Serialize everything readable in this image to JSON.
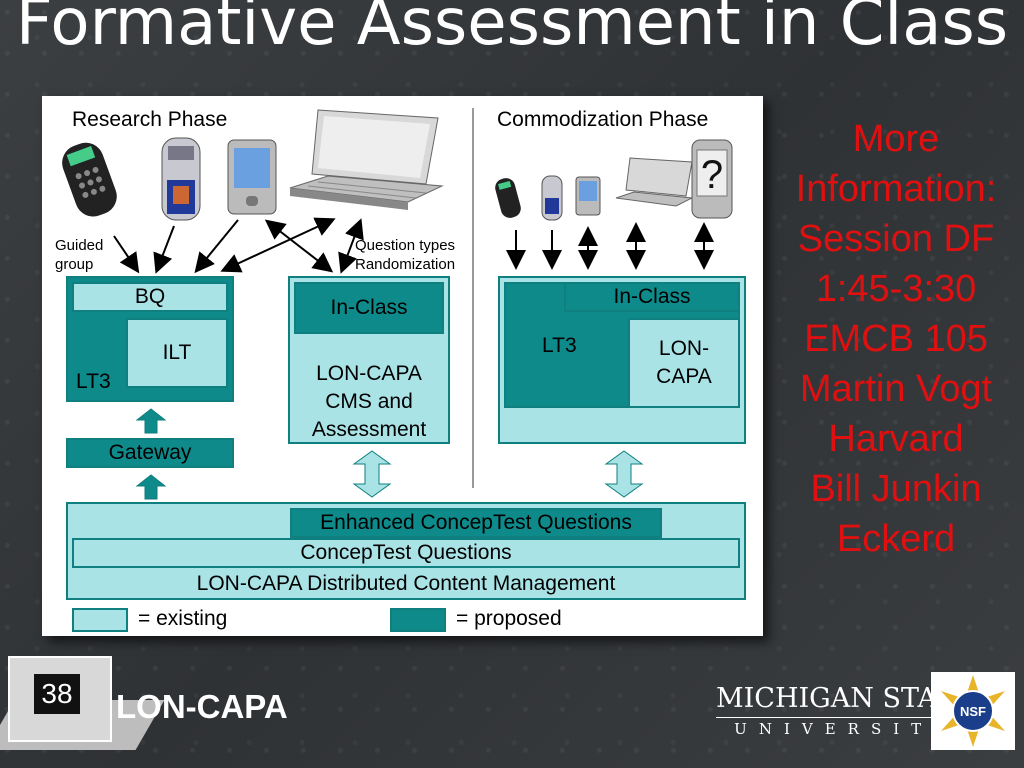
{
  "slide": {
    "title": "Formative Assessment in Class",
    "slide_number": "38",
    "footer": "LON-CAPA",
    "msu_line1": "MICHIGAN STATE",
    "msu_line2": "UNIVERSITY",
    "nsf_logo_text": "NSF"
  },
  "side_info": [
    "More",
    "Information:",
    "Session DF",
    "1:45-3:30",
    "EMCB 105",
    "Martin Vogt",
    "Harvard",
    "Bill Junkin",
    "Eckerd"
  ],
  "diagram": {
    "research_phase": "Research Phase",
    "commodization_phase": "Commodization Phase",
    "guided_group": [
      "Guided",
      "group"
    ],
    "question_types": [
      "Question types",
      "Randomization"
    ],
    "bq": "BQ",
    "ilt": "ILT",
    "lt3": "LT3",
    "gateway": "Gateway",
    "in_class": "In-Class",
    "lon_capa_cms": [
      "LON-CAPA",
      "CMS and",
      "Assessment"
    ],
    "right_in_class": "In-Class",
    "right_lt3": "LT3",
    "right_lon_capa": [
      "LON-",
      "CAPA"
    ],
    "enhanced": "Enhanced ConcepTest Questions",
    "conceptest": "ConcepTest Questions",
    "distributed": "LON-CAPA Distributed Content Management",
    "legend_existing": "= existing",
    "legend_proposed": "= proposed",
    "question_mark": "?"
  },
  "colors": {
    "existing": "#a9e3e6",
    "proposed": "#0f8a8a",
    "side_text": "#e01010"
  }
}
